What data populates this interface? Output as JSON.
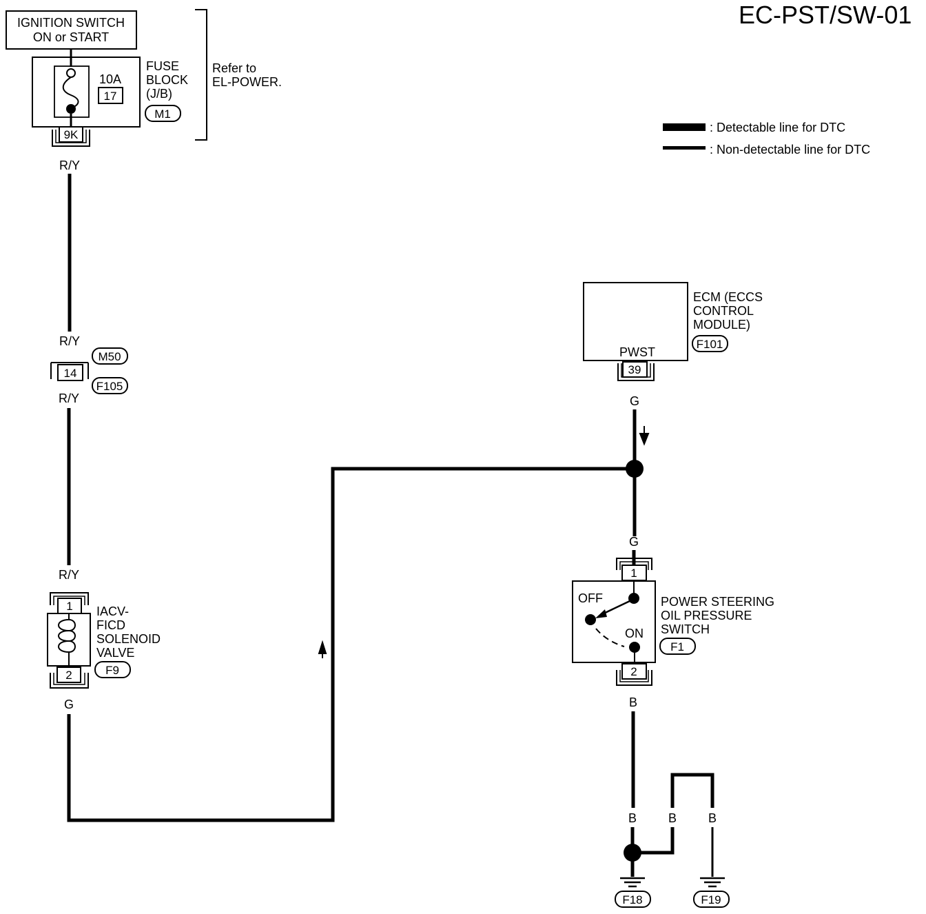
{
  "header": {
    "page_code": "EC-PST/SW-01"
  },
  "legend": {
    "detectable": ": Detectable line for DTC",
    "non_detectable": ": Non-detectable line for DTC"
  },
  "ignition": {
    "line1": "IGNITION SWITCH",
    "line2": "ON or START"
  },
  "fuse": {
    "rating": "10A",
    "number": "17",
    "name1": "FUSE",
    "name2": "BLOCK",
    "name3": "(J/B)",
    "connector": "M1",
    "terminal": "9K"
  },
  "refer": {
    "line1": "Refer to",
    "line2": "EL-POWER."
  },
  "wires": {
    "ry_a": "R/Y",
    "ry_b": "R/Y",
    "ry_c": "R/Y",
    "ry_d": "R/Y",
    "g_solenoid": "G",
    "g_ecm": "G",
    "g_switch": "G",
    "b_switch": "B",
    "b_ground1": "B",
    "b_ground2": "B",
    "b_ground3": "B"
  },
  "joint": {
    "pin": "14",
    "connector_top": "M50",
    "connector_bottom": "F105"
  },
  "solenoid": {
    "name1": "IACV-",
    "name2": "FICD",
    "name3": "SOLENOID",
    "name4": "VALVE",
    "connector": "F9",
    "pin1": "1",
    "pin2": "2"
  },
  "ecm": {
    "name1": "ECM (ECCS",
    "name2": "CONTROL",
    "name3": "MODULE)",
    "connector": "F101",
    "terminal_name": "PWST",
    "terminal_pin": "39"
  },
  "ps_switch": {
    "name1": "POWER STEERING",
    "name2": "OIL PRESSURE",
    "name3": "SWITCH",
    "connector": "F1",
    "pin1": "1",
    "pin2": "2",
    "off_label": "OFF",
    "on_label": "ON"
  },
  "grounds": {
    "g1": "F18",
    "g2": "F19"
  }
}
